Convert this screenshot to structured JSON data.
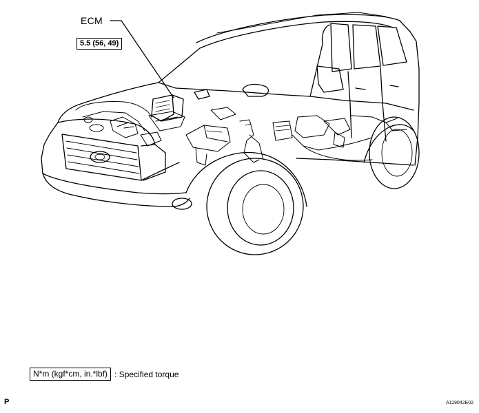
{
  "labels": {
    "ecm": "ECM",
    "ecm_torque": "5.5 (56, 49)"
  },
  "legend": {
    "unit_box": "N*m (kgf*cm, in.*lbf)",
    "description": ": Specified torque"
  },
  "footer": {
    "page_letter": "P",
    "figure_code": "A119042E02"
  },
  "colors": {
    "line": "#000000",
    "background": "#ffffff"
  }
}
